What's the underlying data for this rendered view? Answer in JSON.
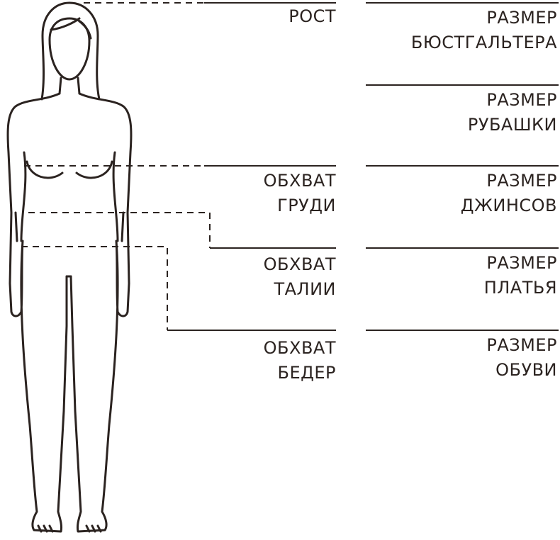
{
  "colors": {
    "ink": "#2b2320",
    "background": "#ffffff"
  },
  "measurements": [
    {
      "lines": [
        "РОСТ"
      ]
    },
    {
      "lines": [
        "ОБХВАТ",
        "ГРУДИ"
      ]
    },
    {
      "lines": [
        "ОБХВАТ",
        "ТАЛИИ"
      ]
    },
    {
      "lines": [
        "ОБХВАТ",
        "БЕДЕР"
      ]
    }
  ],
  "sizes": [
    {
      "lines": [
        "РАЗМЕР",
        "БЮСТГАЛЬТЕРА"
      ]
    },
    {
      "lines": [
        "РАЗМЕР",
        "РУБАШКИ"
      ]
    },
    {
      "lines": [
        "РАЗМЕР",
        "ДЖИНСОВ"
      ]
    },
    {
      "lines": [
        "РАЗМЕР",
        "ПЛАТЬЯ"
      ]
    },
    {
      "lines": [
        "РАЗМЕР",
        "ОБУВИ"
      ]
    }
  ]
}
